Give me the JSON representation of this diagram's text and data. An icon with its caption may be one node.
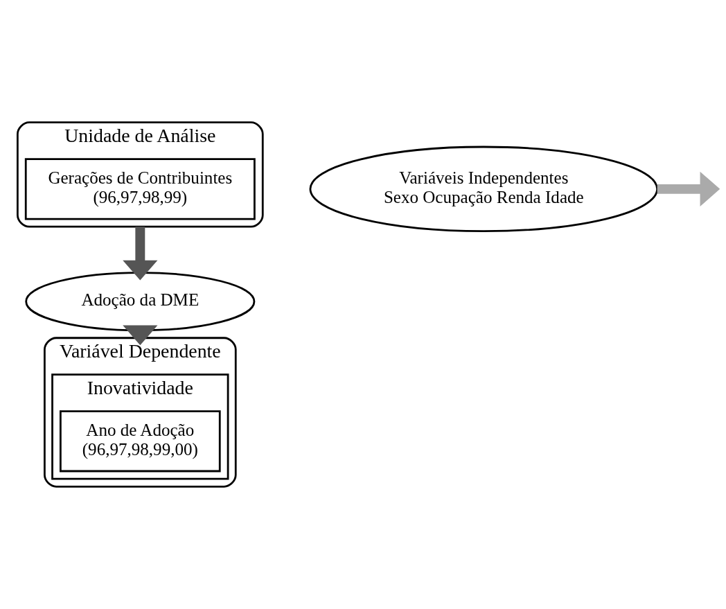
{
  "diagram": {
    "nodes": [
      {
        "text": [
          "Unidade de Análise"
        ]
      },
      {
        "text": [
          "Gerações de Contribuintes",
          "(96,97,98,99)"
        ],
        "in": 0
      },
      {
        "text": [
          "Adoção da DME"
        ]
      },
      {
        "text": [
          "Variáveis Independentes",
          "Sexo Ocupação Renda Idade"
        ]
      },
      {
        "text": [
          "Variável Dependente"
        ]
      },
      {
        "text": [
          "Inovatividade"
        ],
        "in": 4
      },
      {
        "text": [
          "Ano de Adoção",
          "(96,97,98,99,00)"
        ],
        "in": 5
      }
    ],
    "edges": [
      {
        "from": 0,
        "to": 2,
        "arrow": "to",
        "color": "#555555"
      },
      {
        "from": 2,
        "to": 4,
        "arrow": "to",
        "color": "#555555"
      },
      {
        "from": 3,
        "to": null,
        "arrow": "to",
        "color": "#aaaaaa"
      }
    ]
  }
}
